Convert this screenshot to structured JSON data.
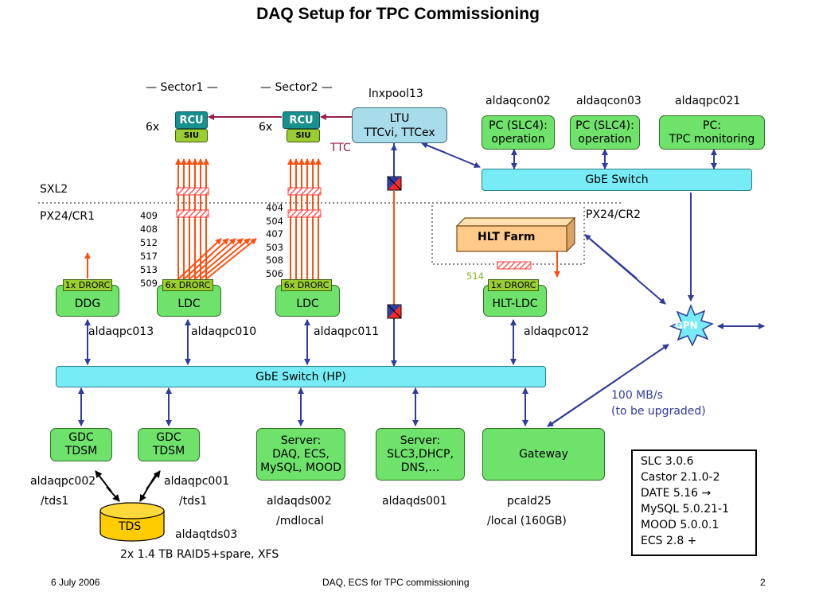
{
  "title": "DAQ Setup for TPC Commissioning",
  "sectors": {
    "sector1": "— Sector1 —",
    "sector2": "— Sector2 —"
  },
  "multiplier": "6x",
  "rcu": {
    "label": "RCU",
    "siu": "SIU"
  },
  "ltu": {
    "host": "lnxpool13",
    "line1": "LTU",
    "line2": "TTCvi, TTCex",
    "ttc": "TTC"
  },
  "hosts_top": {
    "con02": "aldaqcon02",
    "con03": "aldaqcon03",
    "qpc021": "aldaqpc021"
  },
  "pcs": {
    "pc1": [
      "PC (SLC4):",
      "operation"
    ],
    "pc2": [
      "PC (SLC4):",
      "operation"
    ],
    "pc3": [
      "PC:",
      "TPC monitoring"
    ]
  },
  "gbe_switch_top": "GbE Switch",
  "zones": {
    "sxl2": "SXL2",
    "px24cr1": "PX24/CR1",
    "px24cr2": "PX24/CR2"
  },
  "hlt_farm": "HLT Farm",
  "link_numbers_left": [
    "409",
    "408",
    "512",
    "517",
    "513",
    "509"
  ],
  "link_numbers_right": [
    "404",
    "504",
    "407",
    "503",
    "508",
    "506"
  ],
  "link_hlt": "514",
  "drorc": {
    "one": "1x DRORC",
    "six": "6x DRORC"
  },
  "nodes": {
    "ddg": "DDG",
    "ldc1": "LDC",
    "ldc2": "LDC",
    "hltldc": "HLT-LDC",
    "ddg_host": "aldaqpc013",
    "ldc1_host": "aldaqpc010",
    "ldc2_host": "aldaqpc011",
    "hltldc_host": "aldaqpc012"
  },
  "gpn": "GPN",
  "gbe_switch_hp": "GbE Switch (HP)",
  "bandwidth": [
    "100 MB/s",
    "(to be upgraded)"
  ],
  "gdc1": {
    "line1": "GDC",
    "line2": "TDSM",
    "host": "aldaqpc002",
    "path": "/tds1"
  },
  "gdc2": {
    "line1": "GDC",
    "line2": "TDSM",
    "host": "aldaqpc001",
    "path": "/tds1"
  },
  "tds": {
    "label": "TDS",
    "host": "aldaqtds03",
    "desc": "2x 1.4 TB RAID5+spare, XFS"
  },
  "server1": {
    "lines": [
      "Server:",
      "DAQ, ECS,",
      "MySQL, MOOD"
    ],
    "host": "aldaqds002",
    "path": "/mdlocal"
  },
  "server2": {
    "lines": [
      "Server:",
      "SLC3,DHCP,",
      "DNS,…"
    ],
    "host": "aldaqds001"
  },
  "gateway": {
    "label": "Gateway",
    "host": "pcald25",
    "path": "/local (160GB)"
  },
  "versions": [
    "SLC 3.0.6",
    "Castor 2.1.0-2",
    "DATE 5.16 →",
    "MySQL 5.0.21-1",
    "MOOD 5.0.0.1",
    "ECS 2.8 +"
  ],
  "footer": {
    "date": "6 July 2006",
    "center": "DAQ, ECS for TPC commissioning",
    "page": "2"
  },
  "colors": {
    "green": "#6fe26b",
    "cyan": "#77ecf6",
    "teal": "#17908e",
    "lime": "#9acd32",
    "orange": "#ff4f0f",
    "navy": "#2e3c9a",
    "maroon": "#9a1e4a"
  }
}
